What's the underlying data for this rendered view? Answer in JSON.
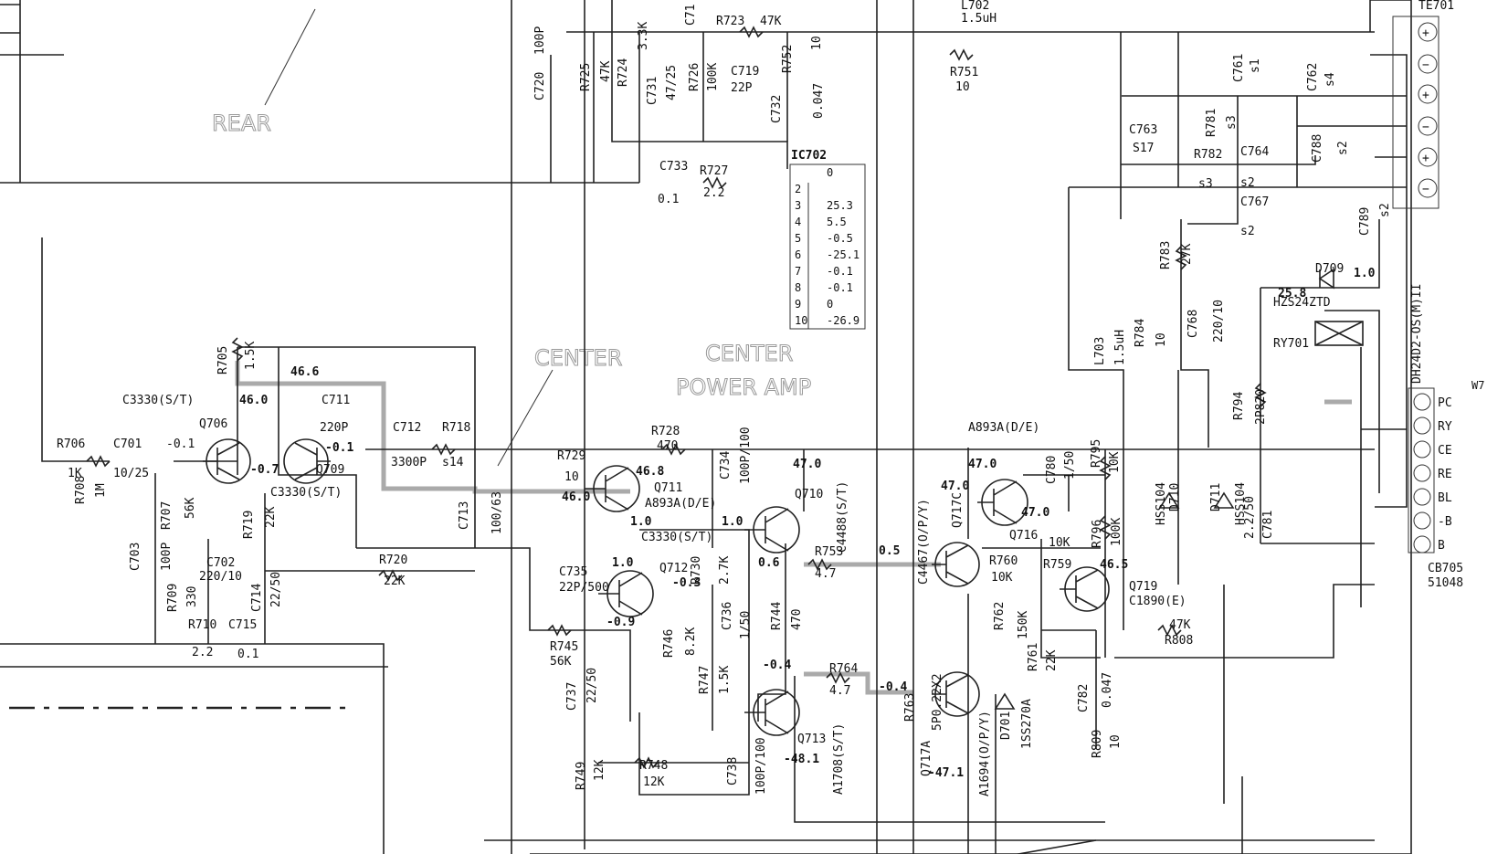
{
  "annotations": {
    "rear": "REAR",
    "center": "CENTER",
    "center_amp_line1": "CENTER",
    "center_amp_line2": "POWER AMP"
  },
  "connector_top": "TE701",
  "connector_right": {
    "part": "CB705",
    "partno": "51048",
    "cable": "DH24D2-OS(M)II",
    "pins": [
      "PC",
      "RY",
      "CE",
      "RE",
      "BL",
      "-B",
      "B"
    ],
    "pc_suffix": "W7"
  },
  "ic": {
    "name": "IC702",
    "pins": [
      {
        "pin": "",
        "v": "0"
      },
      {
        "pin": "2",
        "v": ""
      },
      {
        "pin": "3",
        "v": "25.3"
      },
      {
        "pin": "4",
        "v": "5.5"
      },
      {
        "pin": "5",
        "v": "-0.5"
      },
      {
        "pin": "6",
        "v": "-25.1"
      },
      {
        "pin": "7",
        "v": "-0.1"
      },
      {
        "pin": "8",
        "v": "-0.1"
      },
      {
        "pin": "9",
        "v": "0"
      },
      {
        "pin": "10",
        "v": "-26.9"
      }
    ]
  },
  "components": {
    "r706": "R706",
    "r706v": "1K",
    "c701": "C701",
    "c701v": "10/25",
    "c701volt": "-0.1",
    "r708": "R708",
    "r708v": "1M",
    "c703": "C703",
    "c703v": "100P",
    "r707": "R707",
    "r707v": "56K",
    "r709": "R709",
    "r709v": "330",
    "r710": "R710",
    "r710v": "2.2",
    "c715": "C715",
    "c715v": "0.1",
    "c702": "C702",
    "c702v": "220/10",
    "r719": "R719",
    "r719v": "22K",
    "c714": "C714",
    "c714v": "22/50",
    "r705": "R705",
    "r705v": "1.5K",
    "q706": "Q706",
    "q709": "Q709",
    "c3330a": "C3330(S/T)",
    "c3330b": "C3330(S/T)",
    "v466": "46.6",
    "v460": "46.0",
    "vm07": "-0.7",
    "vm01": "-0.1",
    "c711": "C711",
    "c711v": "220P",
    "c712": "C712",
    "c712v": "3300P",
    "r718": "R718",
    "r718v": "s14",
    "c713": "C713",
    "c713v": "100/63",
    "r720": "R720",
    "r720v": "22K",
    "r728": "R728",
    "r728v": "470",
    "r729": "R729",
    "r729v": "10",
    "q711": "Q711",
    "q711t": "A893A(D/E)",
    "v468": "46.8",
    "v460b": "46.0",
    "v10a": "1.0",
    "v10b": "1.0",
    "v10c": "1.0",
    "c3330c": "C3330(S/T)",
    "q712": "Q712",
    "vm03": "-0.3",
    "r730": "R730",
    "r730v": "2.7K",
    "c734": "C734",
    "c734v": "100P/100",
    "q710": "Q710",
    "q710t": "C4488(S/T)",
    "v470": "47.0",
    "v06": "0.6",
    "c735": "C735",
    "c735v": "22P/500",
    "r745": "R745",
    "r745v": "56K",
    "vm09": "-0.9",
    "r746": "R746",
    "r746v": "8.2K",
    "c736": "C736",
    "c736v": "1/50",
    "r744": "R744",
    "r744v": "470",
    "r747": "R747",
    "r747v": "1.5K",
    "c737": "C737",
    "c737v": "22/50",
    "vm04": "-0.4",
    "q713": "Q713",
    "q713t": "A1708(S/T)",
    "vm481": "-48.1",
    "c738": "C738",
    "c738v": "100P/100",
    "r749": "R749",
    "r749v": "12K",
    "r748": "R748",
    "r748v": "12K",
    "r753": "R753",
    "r753v": "4.7",
    "v05": "0.5",
    "r764": "R764",
    "r764v": "4.7",
    "vm04b": "-0.4",
    "q717c": "Q717C",
    "q717ct": "C4467(O/P/Y)",
    "v470b": "47.0",
    "q717a": "Q717A",
    "q717at": "A1694(O/P/Y)",
    "vm471": "-47.1",
    "r763": "R763",
    "r763v": "5P0.22X2",
    "r760": "R760",
    "r760v": "10K",
    "r762": "R762",
    "r762v": "150K",
    "r761": "R761",
    "r761v": "22K",
    "d701": "D701",
    "d701t": "1SS270A",
    "q716": "Q716",
    "q716t": "A893A(D/E)",
    "v470c": "47.0",
    "v470d": "47.0",
    "c780": "C780",
    "c780v": "1/50",
    "r795": "R795",
    "r795v": "10K",
    "r796": "R796",
    "r796v": "100K",
    "r759": "R759",
    "r759v": "10K",
    "v465": "46.5",
    "q719": "Q719",
    "q719t": "C1890(E)",
    "c782": "C782",
    "c782v": "0.047",
    "r809": "R809",
    "r809v": "10",
    "r808": "R808",
    "r808v": "47K",
    "d710": "D710",
    "d711": "D711",
    "hss104a": "HSS104",
    "hss104b": "HSS104",
    "c781": "C781",
    "c781v": "2.2/50",
    "r794": "R794",
    "r794v": "2P820",
    "l703": "L703",
    "l703v": "1.5uH",
    "r784": "R784",
    "r784v": "10",
    "c768": "C768",
    "c768v": "220/10",
    "r783": "R783",
    "r783v": "27K",
    "d709": "D709",
    "d709t": "HZS24ZTD",
    "v258": "25.8",
    "v10d": "1.0",
    "ry701": "RY701",
    "l702": "L702",
    "l702v": "1.5uH",
    "r751": "R751",
    "r751v": "10",
    "c761": "C761",
    "c761v": "s1",
    "c762": "C762",
    "c762v": "s4",
    "c763": "C763",
    "c763v": "S17",
    "r781": "R781",
    "r781v": "s3",
    "r782": "R782",
    "r782v": "s3",
    "c764": "C764",
    "c764v": "s2",
    "c767": "C767",
    "c767v": "s2",
    "c788": "C788",
    "c788v": "s2",
    "c789": "C789",
    "c789v": "s2",
    "c720": "C720",
    "c720v": "100P",
    "r725": "R725",
    "r725v": "47K",
    "r724": "R724",
    "r724v": "3.3K",
    "c731": "C731",
    "c731v": "47/25",
    "r726": "R726",
    "r726v": "100K",
    "r723": "R723",
    "r723v": "47K",
    "c719": "C719",
    "c719v": "22P",
    "c732": "C732",
    "c732v": "0.047",
    "r752": "R752",
    "r752v": "10",
    "c733": "C733",
    "c733v": "0.1",
    "r727": "R727",
    "r727v": "2.2",
    "c71x": "C71"
  }
}
